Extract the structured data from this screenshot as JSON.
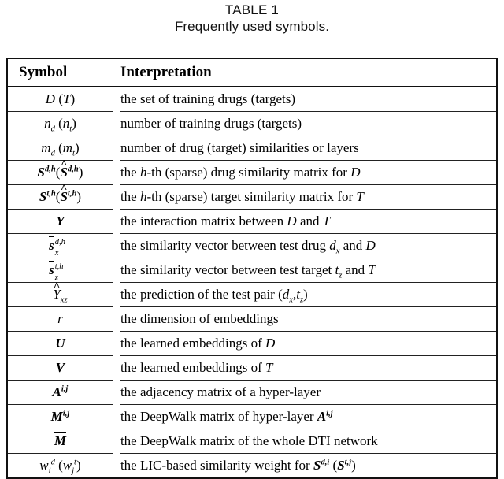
{
  "caption": {
    "number": "TABLE 1",
    "title": "Frequently used symbols."
  },
  "table": {
    "columns": [
      "Symbol",
      "Interpretation"
    ],
    "rows": [
      {
        "symbol": "D (T)",
        "interpretation": "the set of training drugs (targets)"
      },
      {
        "symbol": "n_d (n_t)",
        "interpretation": "number of training drugs (targets)"
      },
      {
        "symbol": "m_d (m_t)",
        "interpretation": "number of drug (target) similarities or layers"
      },
      {
        "symbol": "S^{d,h}(Ŝ^{d,h})",
        "interpretation": "the h-th (sparse) drug similarity matrix for D"
      },
      {
        "symbol": "S^{t,h}(Ŝ^{t,h})",
        "interpretation": "the h-th (sparse) target similarity matrix for T"
      },
      {
        "symbol": "Y",
        "interpretation": "the interaction matrix between D and T"
      },
      {
        "symbol": "s̄_x^{d,h}",
        "interpretation": "the similarity vector between test drug d_x and D"
      },
      {
        "symbol": "s̄_z^{t,h}",
        "interpretation": "the similarity vector between test target t_z and T"
      },
      {
        "symbol": "Ŷ_xz",
        "interpretation": "the prediction of the test pair (d_x,t_z)"
      },
      {
        "symbol": "r",
        "interpretation": "the dimension of embeddings"
      },
      {
        "symbol": "U",
        "interpretation": "the learned embeddings of D"
      },
      {
        "symbol": "V",
        "interpretation": "the learned embeddings of T"
      },
      {
        "symbol": "A^{i,j}",
        "interpretation": "the adjacency matrix of a hyper-layer"
      },
      {
        "symbol": "M^{i,j}",
        "interpretation": "the DeepWalk matrix of hyper-layer A^{i,j}"
      },
      {
        "symbol": "M̄",
        "interpretation": "the DeepWalk matrix of the whole DTI network"
      },
      {
        "symbol": "w_i^d (w_j^t)",
        "interpretation": "the LIC-based similarity weight for S^{d,i} (S^{t,j})"
      }
    ]
  },
  "colors": {
    "background": "#ffffff",
    "text": "#000000",
    "rule": "#111111"
  }
}
